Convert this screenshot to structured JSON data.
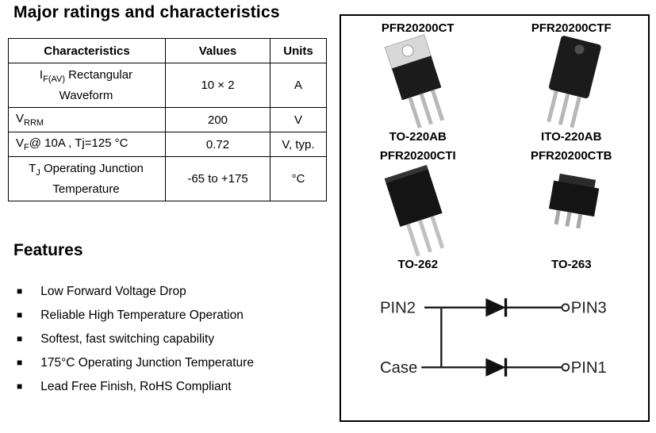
{
  "title": "Major ratings and characteristics",
  "table": {
    "headers": [
      "Characteristics",
      "Values",
      "Units"
    ],
    "rows": [
      {
        "pre": "I",
        "sub": "F(AV)",
        "post": " Rectangular Waveform",
        "value": "10 × 2",
        "unit": "A"
      },
      {
        "pre": "V",
        "sub": "RRM",
        "post": "",
        "value": "200",
        "unit": "V"
      },
      {
        "pre": "V",
        "sub": "F",
        "post": "@ 10A , Tj=125 °C",
        "value": "0.72",
        "unit": "V, typ."
      },
      {
        "pre": "T",
        "sub": "J",
        "post": " Operating Junction Temperature",
        "value": "-65 to +175",
        "unit": "°C"
      }
    ]
  },
  "features": {
    "title": "Features",
    "bullet": "■",
    "items": [
      "Low Forward Voltage Drop",
      "Reliable High Temperature Operation",
      "Softest, fast switching capability",
      "175°C Operating Junction Temperature",
      "Lead Free Finish, RoHS Compliant"
    ]
  },
  "packages": [
    {
      "part": "PFR20200CT",
      "name": "TO-220AB"
    },
    {
      "part": "PFR20200CTF",
      "name": "ITO-220AB"
    },
    {
      "part": "PFR20200CTI",
      "name": "TO-262"
    },
    {
      "part": "PFR20200CTB",
      "name": "TO-263"
    }
  ],
  "circuit": {
    "pin2": "PIN2",
    "case": "Case",
    "pin3": "PIN3",
    "pin1": "PIN1"
  }
}
